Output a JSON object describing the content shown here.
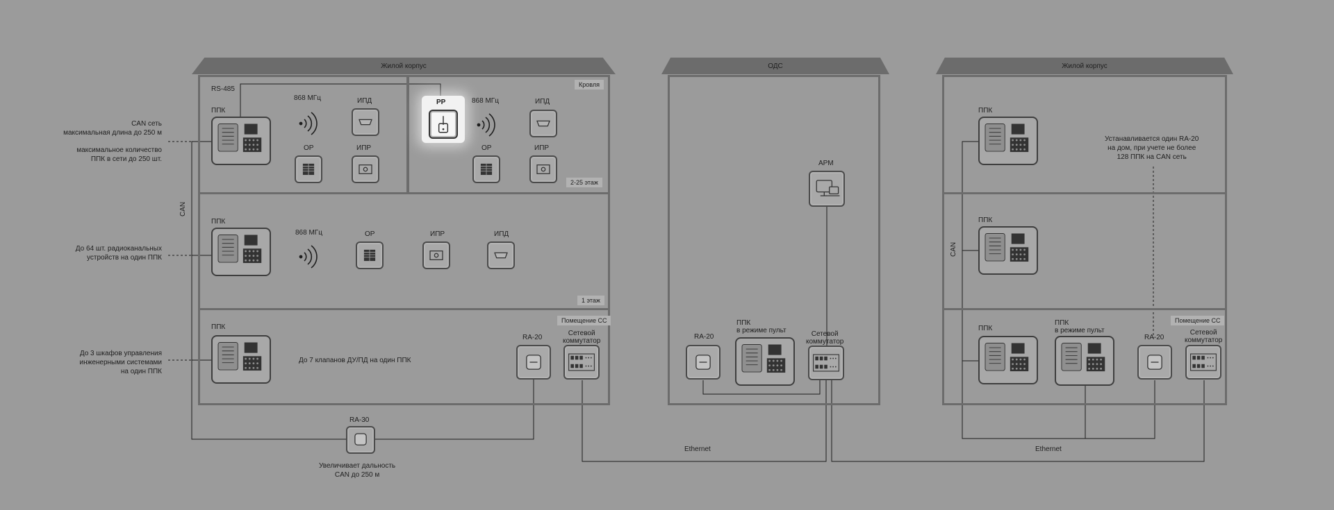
{
  "buildings": {
    "left_title": "Жилой корпус",
    "center_title": "ОДС",
    "right_title": "Жилой корпус"
  },
  "floor_tags": {
    "roof": "Кровля",
    "floors_2_25": "2-25 этаж",
    "floor_1": "1 этаж",
    "cc_room_left": "Помещение СС",
    "cc_room_right": "Помещение СС"
  },
  "labels": {
    "rs485": "RS-485",
    "ppk": "ППК",
    "freq": "868 МГц",
    "ipd": "ИПД",
    "ipr": "ИПР",
    "or": "ОР",
    "rr": "РР",
    "can": "CAN",
    "ra20": "RA-20",
    "ra30": "RA-30",
    "switch": "Сетевой\nкоммутатор",
    "ppk_console": "ППК\nв режиме пульт",
    "arm": "АРМ",
    "ethernet": "Ethernet"
  },
  "annotations": {
    "can_network": "CAN сеть\nмаксимальная длина до 250 м",
    "max_ppk": "максимальное количество\nППК в сети до 250 шт.",
    "radio_devices": "До 64 шт. радиоканальных\nустройств на один ППК",
    "cabinets": "До 3 шкафов управления\nинженерными системами\nна один ППК",
    "valves": "До 7 клапанов ДУ/ПД на один ППК",
    "ra30_note": "Увеличивает дальность\nCAN до 250 м",
    "ra20_note": "Устанавливается один RA-20\nна дом, при учете не более\n128 ППК на CAN сеть"
  },
  "colors": {
    "background": "#9b9b9b",
    "wall": "#6c6c6c",
    "line": "#1e1e1e",
    "highlight": "#f2f2f2"
  }
}
